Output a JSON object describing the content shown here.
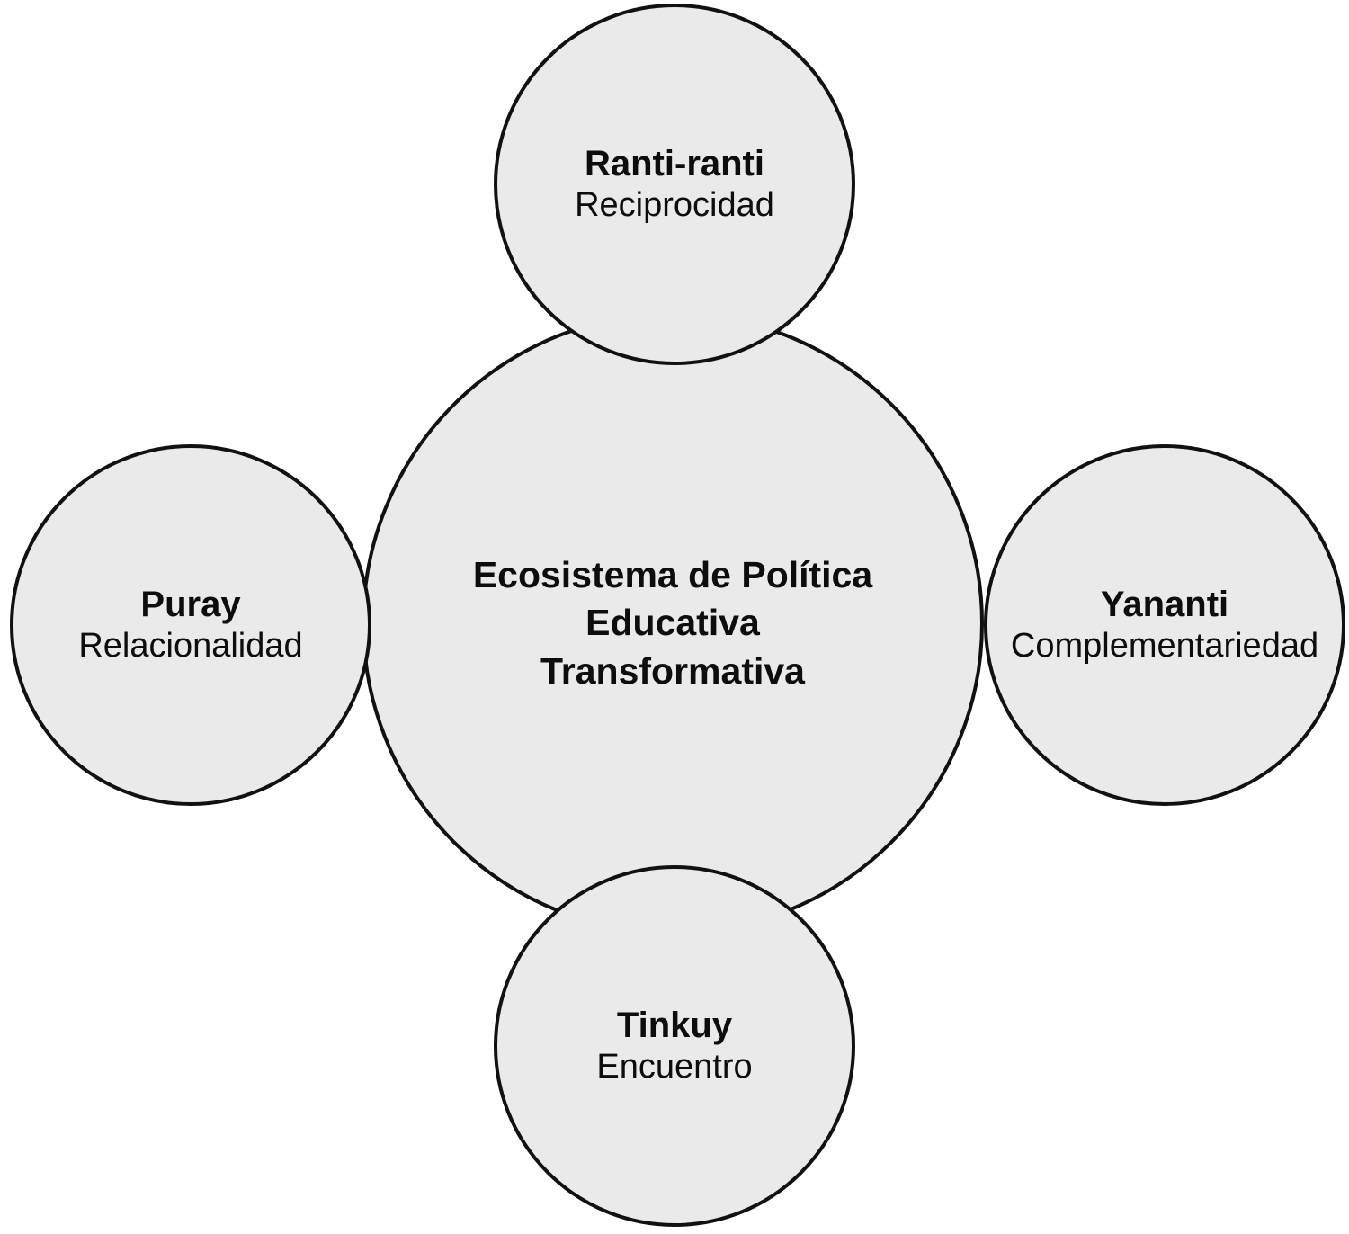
{
  "diagram": {
    "type": "concentric-overlapping-circles",
    "background_color": "#ffffff",
    "node_fill_color": "#eaeaea",
    "node_stroke_color": "#111111",
    "text_color": "#0d0d0d",
    "core": {
      "term": "Ecosistema de Política Educativa Transformativa",
      "lines": [
        "Ecosistema de Política",
        "Educativa",
        "Transformativa"
      ]
    },
    "satellites": [
      {
        "id": "ranti-ranti",
        "position": "top",
        "term": "Ranti-ranti",
        "gloss": "Reciprocidad"
      },
      {
        "id": "puray",
        "position": "left",
        "term": "Puray",
        "gloss": "Relacionalidad"
      },
      {
        "id": "yananti",
        "position": "right",
        "term": "Yananti",
        "gloss": "Complementariedad"
      },
      {
        "id": "tinkuy",
        "position": "bottom",
        "term": "Tinkuy",
        "gloss": "Encuentro"
      }
    ]
  }
}
